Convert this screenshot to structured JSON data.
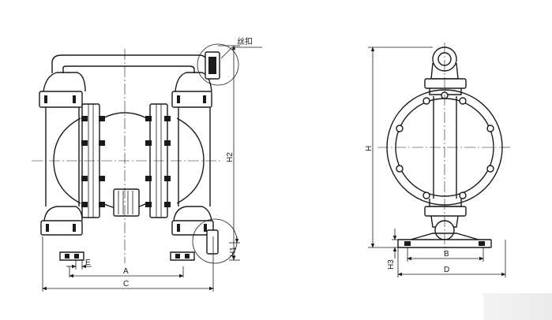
{
  "labels": {
    "thread_note": "丝扣",
    "dim_A": "A",
    "dim_B": "B",
    "dim_C": "C",
    "dim_D": "D",
    "dim_E": "E",
    "dim_H": "H",
    "dim_H1": "H1",
    "dim_H2": "H2",
    "dim_H3": "H3"
  }
}
